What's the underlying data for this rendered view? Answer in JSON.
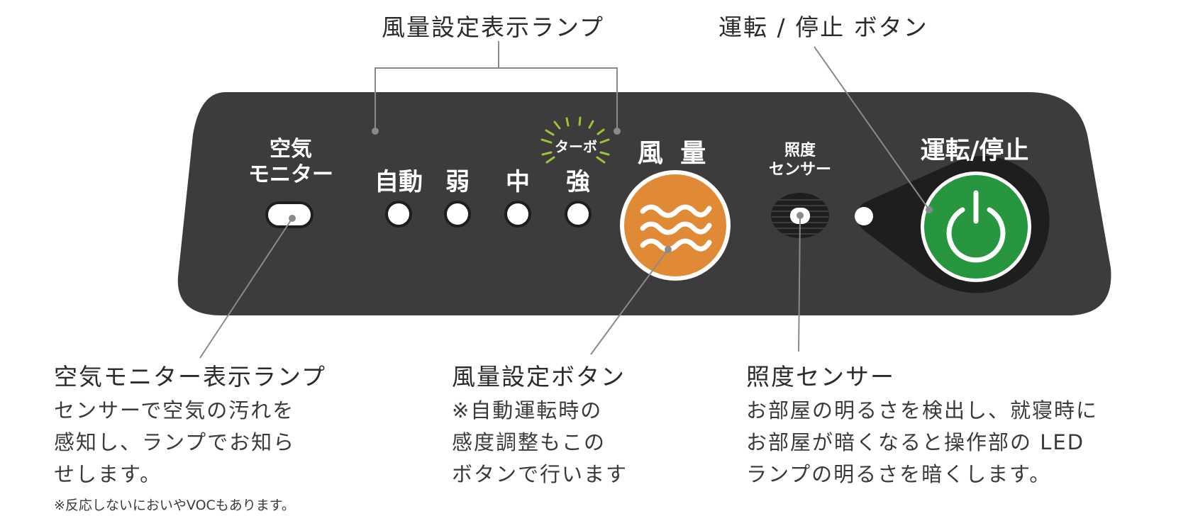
{
  "callouts": {
    "fan_level_lamp": {
      "title": "風量設定表示ランプ"
    },
    "power_button": {
      "title": "運転 / 停止 ボタン"
    },
    "air_monitor_lamp": {
      "title": "空気モニター表示ランプ",
      "lines": [
        "センサーで空気の汚れを",
        "感知し、ランプでお知ら",
        "せします。"
      ],
      "note": "※反応しないにおいやVOCもあります。"
    },
    "fan_button": {
      "title": "風量設定ボタン",
      "lines": [
        "※自動運転時の",
        "感度調整もこの",
        "ボタンで行います"
      ]
    },
    "light_sensor": {
      "title": "照度センサー",
      "lines": [
        "お部屋の明るさを検出し、就寝時に",
        "お部屋が暗くなると操作部の LED",
        "ランプの明るさを暗くします。"
      ]
    }
  },
  "panel": {
    "air_monitor": {
      "line1": "空気",
      "line2": "モニター"
    },
    "levels": [
      "自動",
      "弱",
      "中",
      "強"
    ],
    "turbo": "ターボ",
    "fan": "風 量",
    "sensor": {
      "line1": "照度",
      "line2": "センサー"
    },
    "power": "運転/停止"
  },
  "colors": {
    "panel": "#3d3b3b",
    "fan_button": "#e08a35",
    "power_button": "#27963f",
    "turbo_rays": "#9ac43a",
    "leader_line": "#8a8a8a"
  }
}
